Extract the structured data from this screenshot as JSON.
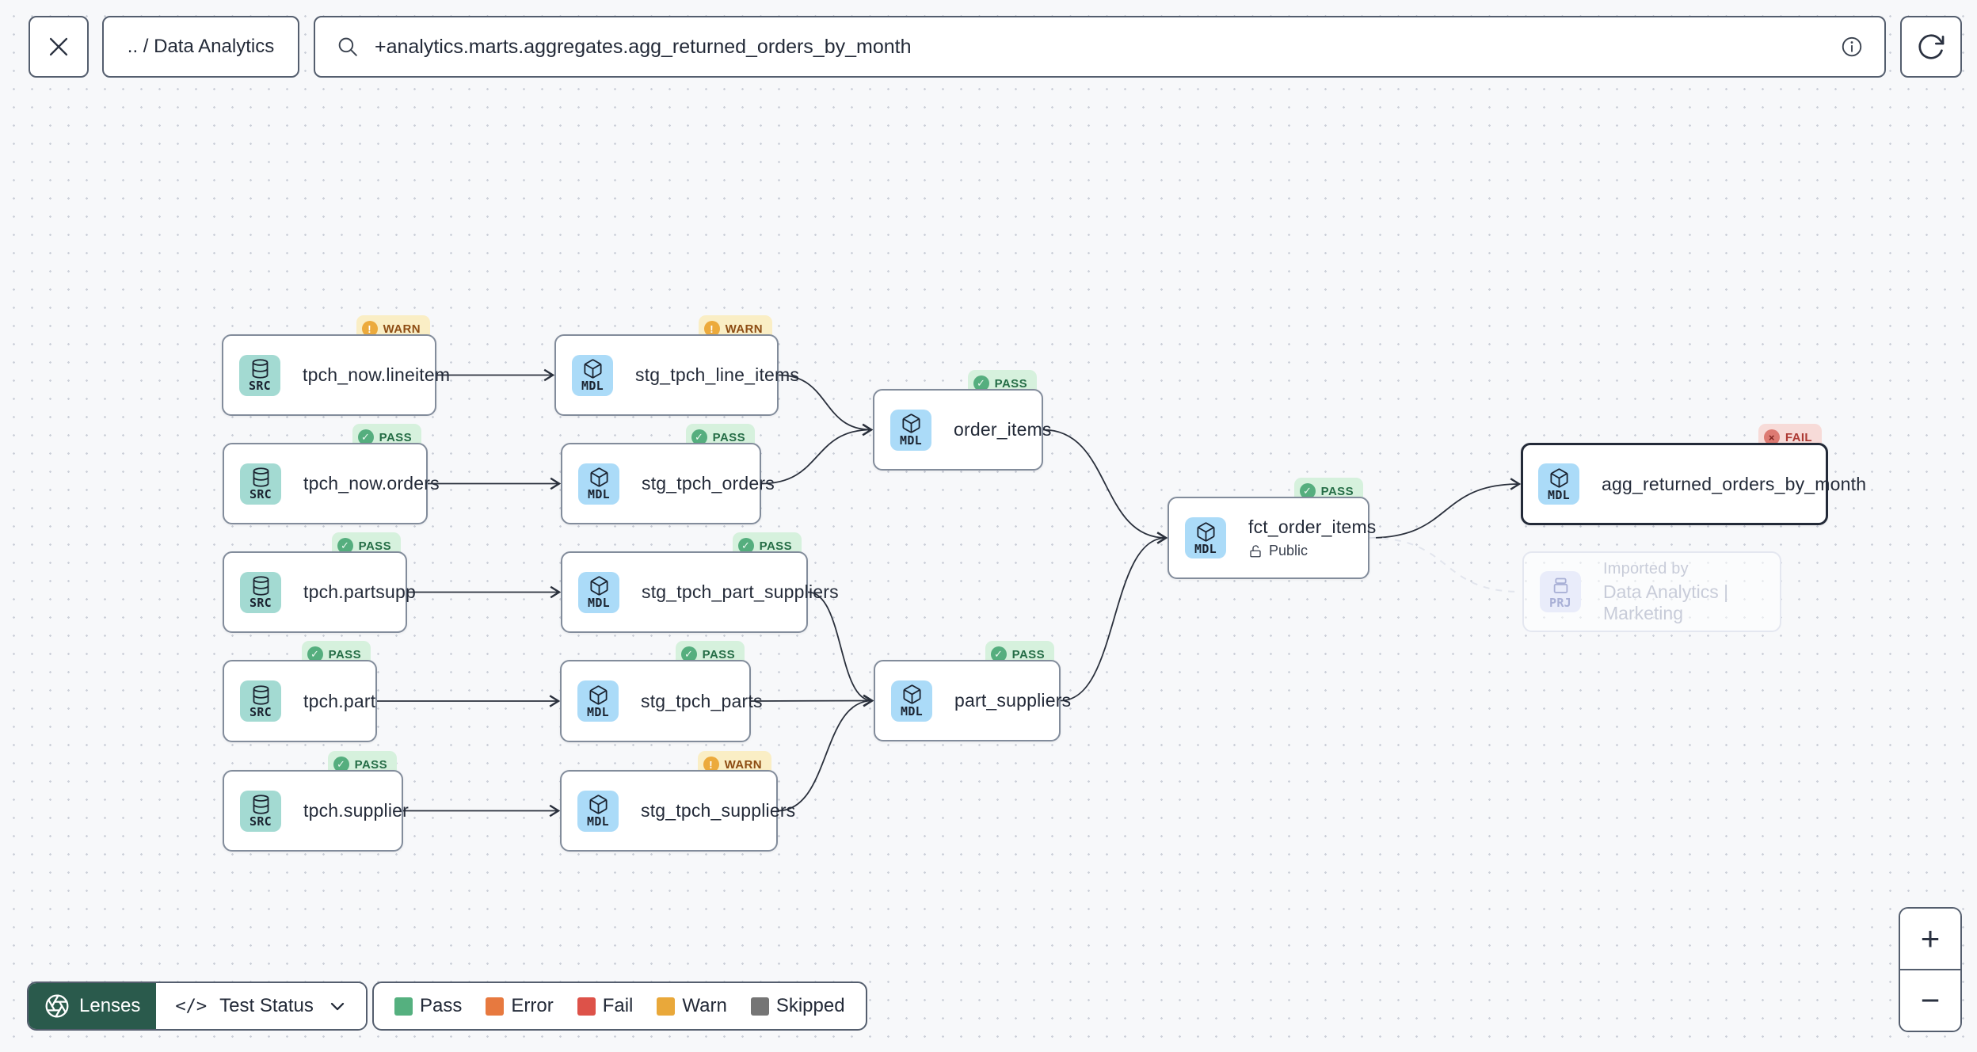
{
  "toolbar": {
    "breadcrumb": ".. / Data Analytics",
    "search_value": "+analytics.marts.aggregates.agg_returned_orders_by_month"
  },
  "colors": {
    "accent_green": "#2a5a4c",
    "selected_border": "#232a38",
    "status": {
      "pass": "#55b07f",
      "error": "#e7793f",
      "fail": "#dd5249",
      "warn": "#e9a83a",
      "skipped": "#757575"
    }
  },
  "graph": {
    "nodes": [
      {
        "id": "tpch_now_lineitem",
        "type": "SRC",
        "label": "tpch_now.lineitem",
        "status": "WARN"
      },
      {
        "id": "stg_tpch_line_items",
        "type": "MDL",
        "label": "stg_tpch_line_items",
        "status": "WARN"
      },
      {
        "id": "tpch_now_orders",
        "type": "SRC",
        "label": "tpch_now.orders",
        "status": "PASS"
      },
      {
        "id": "stg_tpch_orders",
        "type": "MDL",
        "label": "stg_tpch_orders",
        "status": "PASS"
      },
      {
        "id": "tpch_partsupp",
        "type": "SRC",
        "label": "tpch.partsupp",
        "status": "PASS"
      },
      {
        "id": "stg_tpch_part_suppliers",
        "type": "MDL",
        "label": "stg_tpch_part_suppliers",
        "status": "PASS"
      },
      {
        "id": "tpch_part",
        "type": "SRC",
        "label": "tpch.part",
        "status": "PASS"
      },
      {
        "id": "stg_tpch_parts",
        "type": "MDL",
        "label": "stg_tpch_parts",
        "status": "PASS"
      },
      {
        "id": "tpch_supplier",
        "type": "SRC",
        "label": "tpch.supplier",
        "status": "PASS"
      },
      {
        "id": "stg_tpch_suppliers",
        "type": "MDL",
        "label": "stg_tpch_suppliers",
        "status": "WARN"
      },
      {
        "id": "order_items",
        "type": "MDL",
        "label": "order_items",
        "status": "PASS"
      },
      {
        "id": "part_suppliers",
        "type": "MDL",
        "label": "part_suppliers",
        "status": "PASS"
      },
      {
        "id": "fct_order_items",
        "type": "MDL",
        "label": "fct_order_items",
        "status": "PASS",
        "sublabel": "Public",
        "access_icon": "unlock-icon"
      },
      {
        "id": "agg_returned_orders_by_month",
        "type": "MDL",
        "label": "agg_returned_orders_by_month",
        "status": "FAIL",
        "selected": true
      },
      {
        "id": "imported_by",
        "type": "PRJ",
        "label": "Imported by",
        "sublabel": "Data Analytics | Marketing",
        "ghost": true
      }
    ],
    "edges": [
      {
        "from": "tpch_now_lineitem",
        "to": "stg_tpch_line_items",
        "style": "solid"
      },
      {
        "from": "tpch_now_orders",
        "to": "stg_tpch_orders",
        "style": "solid"
      },
      {
        "from": "tpch_partsupp",
        "to": "stg_tpch_part_suppliers",
        "style": "solid"
      },
      {
        "from": "tpch_part",
        "to": "stg_tpch_parts",
        "style": "solid"
      },
      {
        "from": "tpch_supplier",
        "to": "stg_tpch_suppliers",
        "style": "solid"
      },
      {
        "from": "stg_tpch_line_items",
        "to": "order_items",
        "style": "solid"
      },
      {
        "from": "stg_tpch_orders",
        "to": "order_items",
        "style": "solid"
      },
      {
        "from": "stg_tpch_part_suppliers",
        "to": "part_suppliers",
        "style": "solid"
      },
      {
        "from": "stg_tpch_parts",
        "to": "part_suppliers",
        "style": "solid"
      },
      {
        "from": "stg_tpch_suppliers",
        "to": "part_suppliers",
        "style": "solid"
      },
      {
        "from": "order_items",
        "to": "fct_order_items",
        "style": "solid"
      },
      {
        "from": "part_suppliers",
        "to": "fct_order_items",
        "style": "solid"
      },
      {
        "from": "fct_order_items",
        "to": "agg_returned_orders_by_month",
        "style": "solid"
      },
      {
        "from": "fct_order_items",
        "to": "imported_by",
        "style": "dashed"
      }
    ]
  },
  "footer": {
    "lenses_label": "Lenses",
    "lens_selected": "Test Status",
    "code_glyph": "</>",
    "legend": [
      {
        "label": "Pass",
        "color": "#55b07f"
      },
      {
        "label": "Error",
        "color": "#e7793f"
      },
      {
        "label": "Fail",
        "color": "#dd5249"
      },
      {
        "label": "Warn",
        "color": "#e9a83a"
      },
      {
        "label": "Skipped",
        "color": "#757575"
      }
    ]
  },
  "zoom_controls": {
    "zoom_in": "+",
    "zoom_out": "−"
  }
}
